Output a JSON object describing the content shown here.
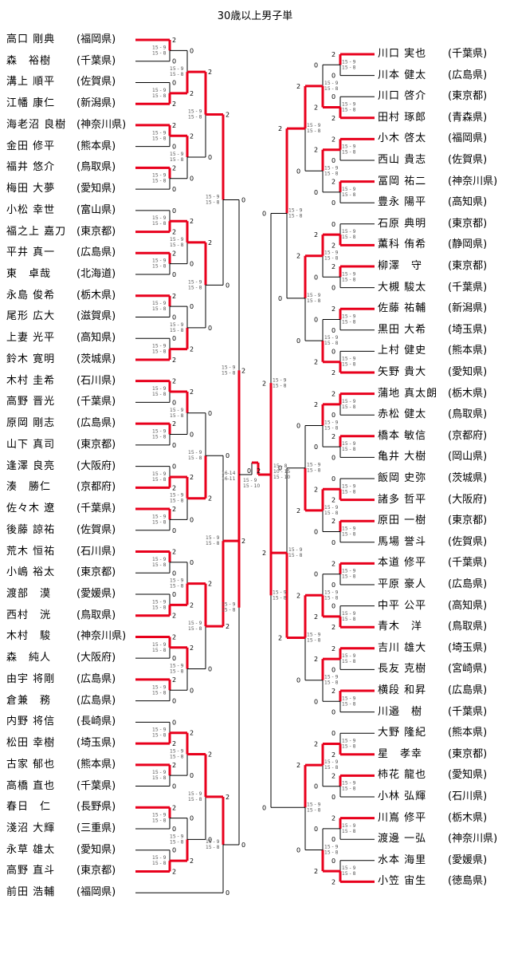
{
  "title": "30歳以上男子単",
  "left_players": [
    {
      "name": "高口 剛典",
      "affiliation": "(福岡県)"
    },
    {
      "name": "森　裕樹",
      "affiliation": "(千葉県)"
    },
    {
      "name": "溝上 順平",
      "affiliation": "(佐賀県)"
    },
    {
      "name": "江幡 康仁",
      "affiliation": "(新潟県)"
    },
    {
      "name": "海老沼 良樹",
      "affiliation": "(神奈川県)"
    },
    {
      "name": "金田 修平",
      "affiliation": "(熊本県)"
    },
    {
      "name": "福井 悠介",
      "affiliation": "(鳥取県)"
    },
    {
      "name": "梅田 大夢",
      "affiliation": "(愛知県)"
    },
    {
      "name": "小松 幸世",
      "affiliation": "(富山県)"
    },
    {
      "name": "福之上 嘉刀",
      "affiliation": "(東京都)"
    },
    {
      "name": "平井 真一",
      "affiliation": "(広島県)"
    },
    {
      "name": "東　卓哉",
      "affiliation": "(北海道)"
    },
    {
      "name": "永島 俊希",
      "affiliation": "(栃木県)"
    },
    {
      "name": "尾形 広大",
      "affiliation": "(滋賀県)"
    },
    {
      "name": "上妻 光平",
      "affiliation": "(高知県)"
    },
    {
      "name": "鈴木 寛明",
      "affiliation": "(茨城県)"
    },
    {
      "name": "木村 圭希",
      "affiliation": "(石川県)"
    },
    {
      "name": "高野 晋光",
      "affiliation": "(千葉県)"
    },
    {
      "name": "原岡 剛志",
      "affiliation": "(広島県)"
    },
    {
      "name": "山下 真司",
      "affiliation": "(東京都)"
    },
    {
      "name": "逢澤 良亮",
      "affiliation": "(大阪府)"
    },
    {
      "name": "湊　勝仁",
      "affiliation": "(京都府)"
    },
    {
      "name": "佐々木 遼",
      "affiliation": "(千葉県)"
    },
    {
      "name": "後藤 諒祐",
      "affiliation": "(佐賀県)"
    },
    {
      "name": "荒木 恒祐",
      "affiliation": "(石川県)"
    },
    {
      "name": "小嶋 裕太",
      "affiliation": "(東京都)"
    },
    {
      "name": "渡部　漠",
      "affiliation": "(愛媛県)"
    },
    {
      "name": "西村　洸",
      "affiliation": "(鳥取県)"
    },
    {
      "name": "木村　駿",
      "affiliation": "(神奈川県)"
    },
    {
      "name": "森　純人",
      "affiliation": "(大阪府)"
    },
    {
      "name": "由宇 将剛",
      "affiliation": "(広島県)"
    },
    {
      "name": "倉兼　務",
      "affiliation": "(広島県)"
    },
    {
      "name": "内野 将信",
      "affiliation": "(長崎県)"
    },
    {
      "name": "松田 幸樹",
      "affiliation": "(埼玉県)"
    },
    {
      "name": "古家 郁也",
      "affiliation": "(熊本県)"
    },
    {
      "name": "高橋 直也",
      "affiliation": "(千葉県)"
    },
    {
      "name": "春日　仁",
      "affiliation": "(長野県)"
    },
    {
      "name": "淺沼 大輝",
      "affiliation": "(三重県)"
    },
    {
      "name": "永草 雄太",
      "affiliation": "(愛知県)"
    },
    {
      "name": "高野 直斗",
      "affiliation": "(東京都)"
    },
    {
      "name": "前田 浩輔",
      "affiliation": "(福岡県)"
    }
  ],
  "right_players": [
    {
      "name": "川口 実也",
      "affiliation": "(千葉県)"
    },
    {
      "name": "川本 健太",
      "affiliation": "(広島県)"
    },
    {
      "name": "川口 啓介",
      "affiliation": "(東京都)"
    },
    {
      "name": "田村 琢郎",
      "affiliation": "(青森県)"
    },
    {
      "name": "小木 啓太",
      "affiliation": "(福岡県)"
    },
    {
      "name": "西山 貴志",
      "affiliation": "(佐賀県)"
    },
    {
      "name": "冨岡 祐二",
      "affiliation": "(神奈川県)"
    },
    {
      "name": "豊永 陽平",
      "affiliation": "(高知県)"
    },
    {
      "name": "石原 典明",
      "affiliation": "(東京都)"
    },
    {
      "name": "薫科 侑希",
      "affiliation": "(静岡県)"
    },
    {
      "name": "柳澤　守",
      "affiliation": "(東京都)"
    },
    {
      "name": "大槻 駿太",
      "affiliation": "(千葉県)"
    },
    {
      "name": "佐藤 祐輔",
      "affiliation": "(新潟県)"
    },
    {
      "name": "黒田 大希",
      "affiliation": "(埼玉県)"
    },
    {
      "name": "上村 健史",
      "affiliation": "(熊本県)"
    },
    {
      "name": "矢野 貴大",
      "affiliation": "(愛知県)"
    },
    {
      "name": "蒲地 真太朗",
      "affiliation": "(栃木県)"
    },
    {
      "name": "赤松 健太",
      "affiliation": "(鳥取県)"
    },
    {
      "name": "橋本 敏信",
      "affiliation": "(京都府)"
    },
    {
      "name": "亀井 大樹",
      "affiliation": "(岡山県)"
    },
    {
      "name": "飯岡 史弥",
      "affiliation": "(茨城県)"
    },
    {
      "name": "諸多 哲平",
      "affiliation": "(大阪府)"
    },
    {
      "name": "原田 一樹",
      "affiliation": "(東京都)"
    },
    {
      "name": "馬場 誉斗",
      "affiliation": "(佐賀県)"
    },
    {
      "name": "本道 修平",
      "affiliation": "(千葉県)"
    },
    {
      "name": "平原 豪人",
      "affiliation": "(広島県)"
    },
    {
      "name": "中平 公平",
      "affiliation": "(高知県)"
    },
    {
      "name": "青木　洋",
      "affiliation": "(鳥取県)"
    },
    {
      "name": "吉川 雄大",
      "affiliation": "(埼玉県)"
    },
    {
      "name": "長友 克樹",
      "affiliation": "(宮崎県)"
    },
    {
      "name": "横段 和昇",
      "affiliation": "(広島県)"
    },
    {
      "name": "川邉　樹",
      "affiliation": "(千葉県)"
    },
    {
      "name": "大野 隆紀",
      "affiliation": "(熊本県)"
    },
    {
      "name": "星　孝幸",
      "affiliation": "(東京都)"
    },
    {
      "name": "柿花 龍也",
      "affiliation": "(愛知県)"
    },
    {
      "name": "小林 弘輝",
      "affiliation": "(石川県)"
    },
    {
      "name": "川嶌 修平",
      "affiliation": "(栃木県)"
    },
    {
      "name": "渡邊 一弘",
      "affiliation": "(神奈川県)"
    },
    {
      "name": "水本 海里",
      "affiliation": "(愛媛県)"
    },
    {
      "name": "小笠 宙生",
      "affiliation": "(徳島県)"
    }
  ],
  "final": {
    "left_score": "0",
    "right_score": "2",
    "games": [
      "15 - 9",
      "15 - 10"
    ],
    "left_semi_games": [
      "16-14",
      "16-11"
    ],
    "right_semi_games": [
      "15 - 8",
      "10 - 15",
      "15 - 10"
    ]
  },
  "colors": {
    "winner_line": "#e8001c",
    "line": "#000000",
    "score_text": "#555555"
  }
}
